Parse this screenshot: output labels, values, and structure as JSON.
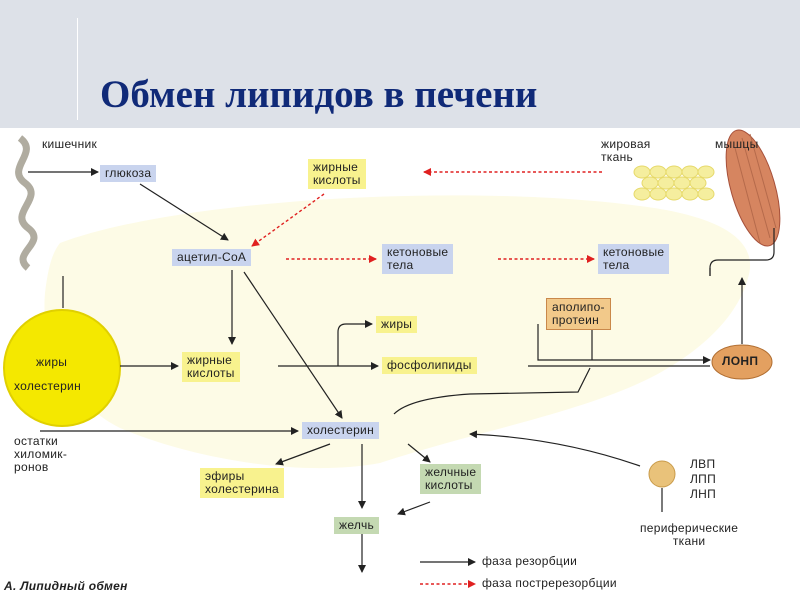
{
  "title": "Обмен липидов в печени",
  "labels": {
    "intestine": "кишечник",
    "adipose": "жировая\nткань",
    "muscles": "мышцы",
    "chylomicron_remnants": "остатки\nхиломик-\nронов",
    "peripheral": "периферические\nткани",
    "caption": "А. Липидный обмен"
  },
  "nodes": {
    "glucose": "глюкоза",
    "fatty_acids_top": "жирные\nкислоты",
    "acetyl_coa": "ацетил-СоА",
    "ketone_liver": "кетоновые\nтела",
    "ketone_blood": "кетоновые\nтела",
    "fats_circle": "жиры",
    "cholesterol_circle": "холестерин",
    "fatty_acids_mid": "жирные\nкислоты",
    "fats": "жиры",
    "phospholipids": "фосфолипиды",
    "apolipoprotein": "аполипо-\nпротеин",
    "vldl": "ЛОНП",
    "cholesterol": "холестерин",
    "cholesterol_esters": "эфиры\nхолестерина",
    "bile_acids": "желчные\nкислоты",
    "bile": "желчь",
    "lipoproteins": "ЛВП\nЛПП\nЛНП"
  },
  "legend": {
    "resorption": "фаза резорбции",
    "postresorption": "фаза постререзорбции",
    "resorption_color": "#222222",
    "postresorption_color": "#e02020"
  }
}
